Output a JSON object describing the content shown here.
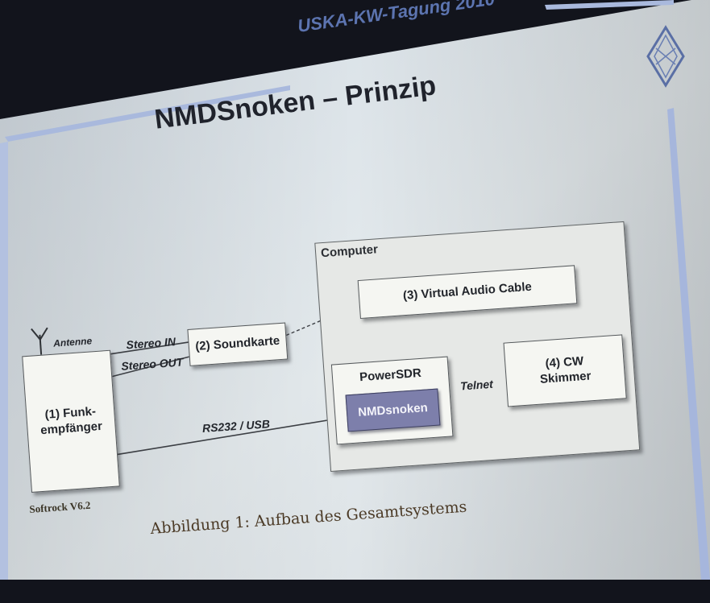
{
  "slide": {
    "header": "USKA-KW-Tagung 2010",
    "title": "NMDSnoken – Prinzip",
    "software_note": "Softrock V6.2",
    "caption": "Abbildung 1: Aufbau des Gesamtsystems",
    "logo_icon": "uska-diamond-logo-icon"
  },
  "diagram": {
    "computer_label": "Computer",
    "vac_label": "(3) Virtual Audio Cable",
    "soundcard_label": "(2) Soundkarte",
    "receiver_label_line1": "(1) Funk-",
    "receiver_label_line2": "empfänger",
    "powersdr_label": "PowerSDR",
    "nmdsnoken_label": "NMDsnoken",
    "cw_label_line1": "(4) CW",
    "cw_label_line2": "Skimmer",
    "antenna_label": "Antenne",
    "stereo_in_label": "Stereo IN",
    "stereo_out_label": "Stereo OUT",
    "rs232_label": "RS232 / USB",
    "telnet_label": "Telnet",
    "antenna_icon": "antenna-icon"
  },
  "colors": {
    "slide_bg": "#dfe6ea",
    "border_blue": "#9aaed8",
    "accent_purple": "#7d7fab"
  }
}
